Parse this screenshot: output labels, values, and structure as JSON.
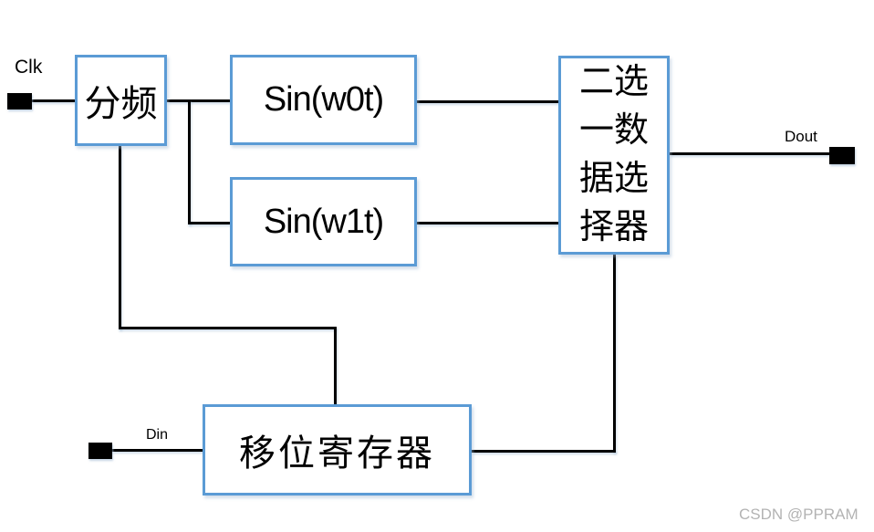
{
  "blocks": {
    "divider": {
      "label": "分频"
    },
    "sin0": {
      "label": "Sin(w0t)"
    },
    "sin1": {
      "label": "Sin(w1t)"
    },
    "mux": {
      "label": "二选一数据选择器",
      "label_lines": [
        "二选",
        "一数",
        "据选",
        "择器"
      ]
    },
    "shift_register": {
      "label": "移位寄存器"
    }
  },
  "ports": {
    "clk": {
      "label": "Clk"
    },
    "din": {
      "label": "Din"
    },
    "dout": {
      "label": "Dout"
    }
  },
  "connections": [
    {
      "from": "clk-pin",
      "to": "divider"
    },
    {
      "from": "divider",
      "to": "sin0"
    },
    {
      "from": "divider",
      "to": "sin1"
    },
    {
      "from": "divider",
      "to": "shift_register"
    },
    {
      "from": "sin0",
      "to": "mux"
    },
    {
      "from": "sin1",
      "to": "mux"
    },
    {
      "from": "din-pin",
      "to": "shift_register"
    },
    {
      "from": "shift_register",
      "to": "mux"
    },
    {
      "from": "mux",
      "to": "dout-pin"
    }
  ],
  "watermark": "CSDN @PPRAM",
  "colors": {
    "block_border": "#5b9bd5",
    "wire": "#000000",
    "pin": "#000000",
    "text": "#000000",
    "watermark": "#b3b3b3",
    "background": "#ffffff"
  }
}
